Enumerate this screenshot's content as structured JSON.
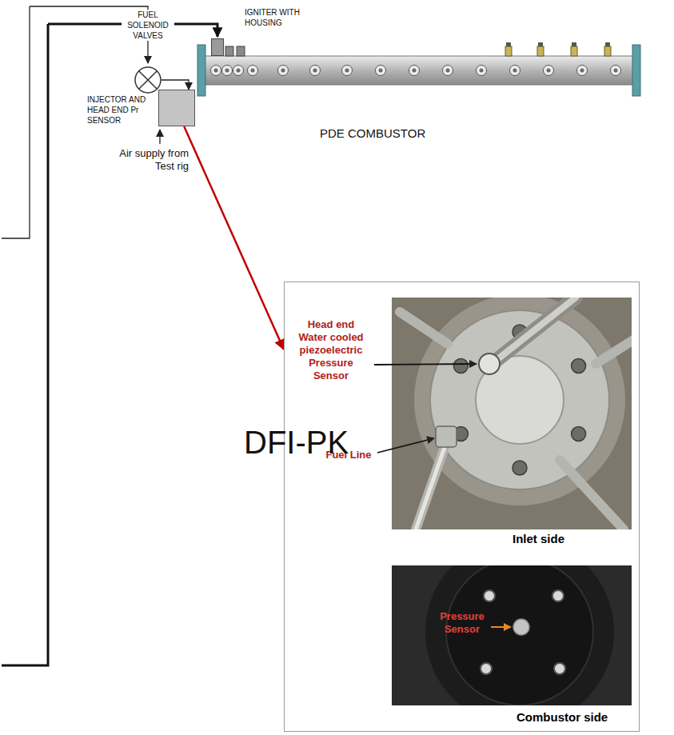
{
  "diagram": {
    "nodes": [
      {
        "text": [
          "FUEL SOLENOID VALVES"
        ]
      },
      {
        "text": [
          "INJECTOR AND HEAD END Pr SENSOR"
        ]
      },
      {
        "text": [
          "IGNITER WITH HOUSING"
        ]
      },
      {
        "text": [
          "PDE COMBUSTOR"
        ]
      },
      {
        "text": [
          "Head end Water cooled piezoelectric Pressure Sensor",
          "Fuel Line",
          "Inlet side",
          "Pressure Sensor",
          "Combustor side"
        ]
      }
    ],
    "edges": [
      {
        "from": 0,
        "to": 1,
        "arrow": "to"
      },
      {
        "from": 1,
        "to": 4,
        "arrow": "to"
      }
    ],
    "labels": [
      "Air supply from Test rig",
      "DFI-PK"
    ]
  }
}
